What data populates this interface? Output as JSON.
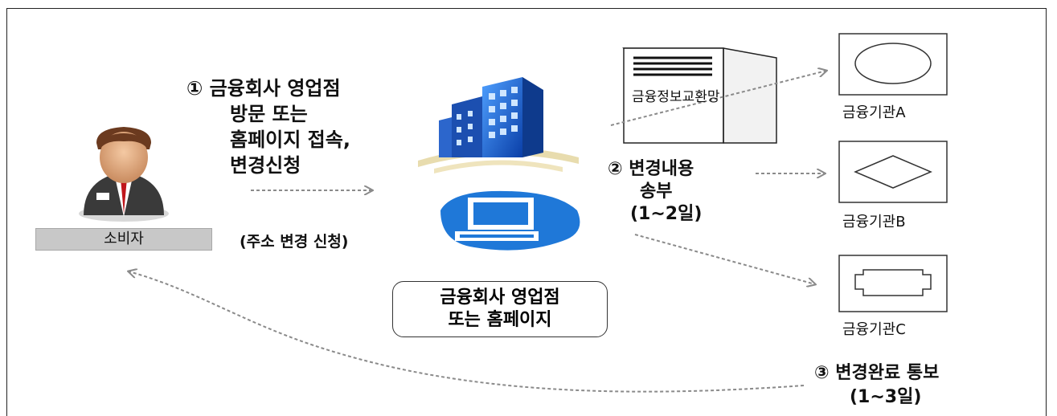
{
  "consumer": {
    "label": "소비자"
  },
  "step1": {
    "line1": "① 금융회사 영업점",
    "line2": "방문 또는",
    "line3": "홈페이지 접속,",
    "line4": "변경신청"
  },
  "request_note": "(주소 변경 신청)",
  "branch_box": {
    "line1": "금융회사 영업점",
    "line2": "또는 홈페이지"
  },
  "server": {
    "label": "금융정보교환망"
  },
  "step2": {
    "line1": "② 변경내용",
    "line2": "송부",
    "line3": "(1~2일)"
  },
  "institutions": [
    {
      "label": "금융기관A",
      "shape": "ellipse"
    },
    {
      "label": "금융기관B",
      "shape": "diamond"
    },
    {
      "label": "금융기관C",
      "shape": "octagon"
    }
  ],
  "step3": {
    "line1": "③ 변경완료 통보",
    "line2": "(1~3일)"
  },
  "colors": {
    "arrow": "#8a8a8a",
    "building_blue": "#2a6fd6",
    "computer_blue": "#1f78d8"
  }
}
